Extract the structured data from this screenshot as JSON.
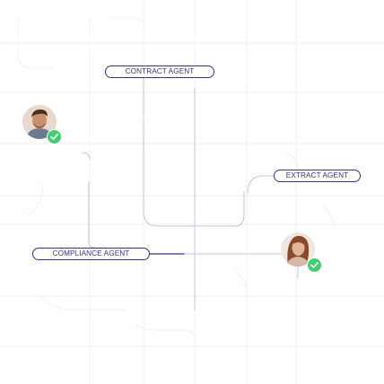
{
  "diagram": {
    "agents": [
      {
        "label": "CONTRACT AGENT"
      },
      {
        "label": "EXTRACT AGENT"
      },
      {
        "label": "COMPLIANCE AGENT"
      }
    ],
    "avatars": [
      {
        "icon": "person-avatar-male",
        "status_icon": "check-icon",
        "status_color": "#3fcf6f"
      },
      {
        "icon": "person-avatar-female",
        "status_icon": "check-icon",
        "status_color": "#3fcf6f"
      }
    ],
    "colors": {
      "accent": "#3b2f8a",
      "connector": "#c9c4ee",
      "grid": "#f1f0f8",
      "success": "#3fcf6f"
    }
  }
}
